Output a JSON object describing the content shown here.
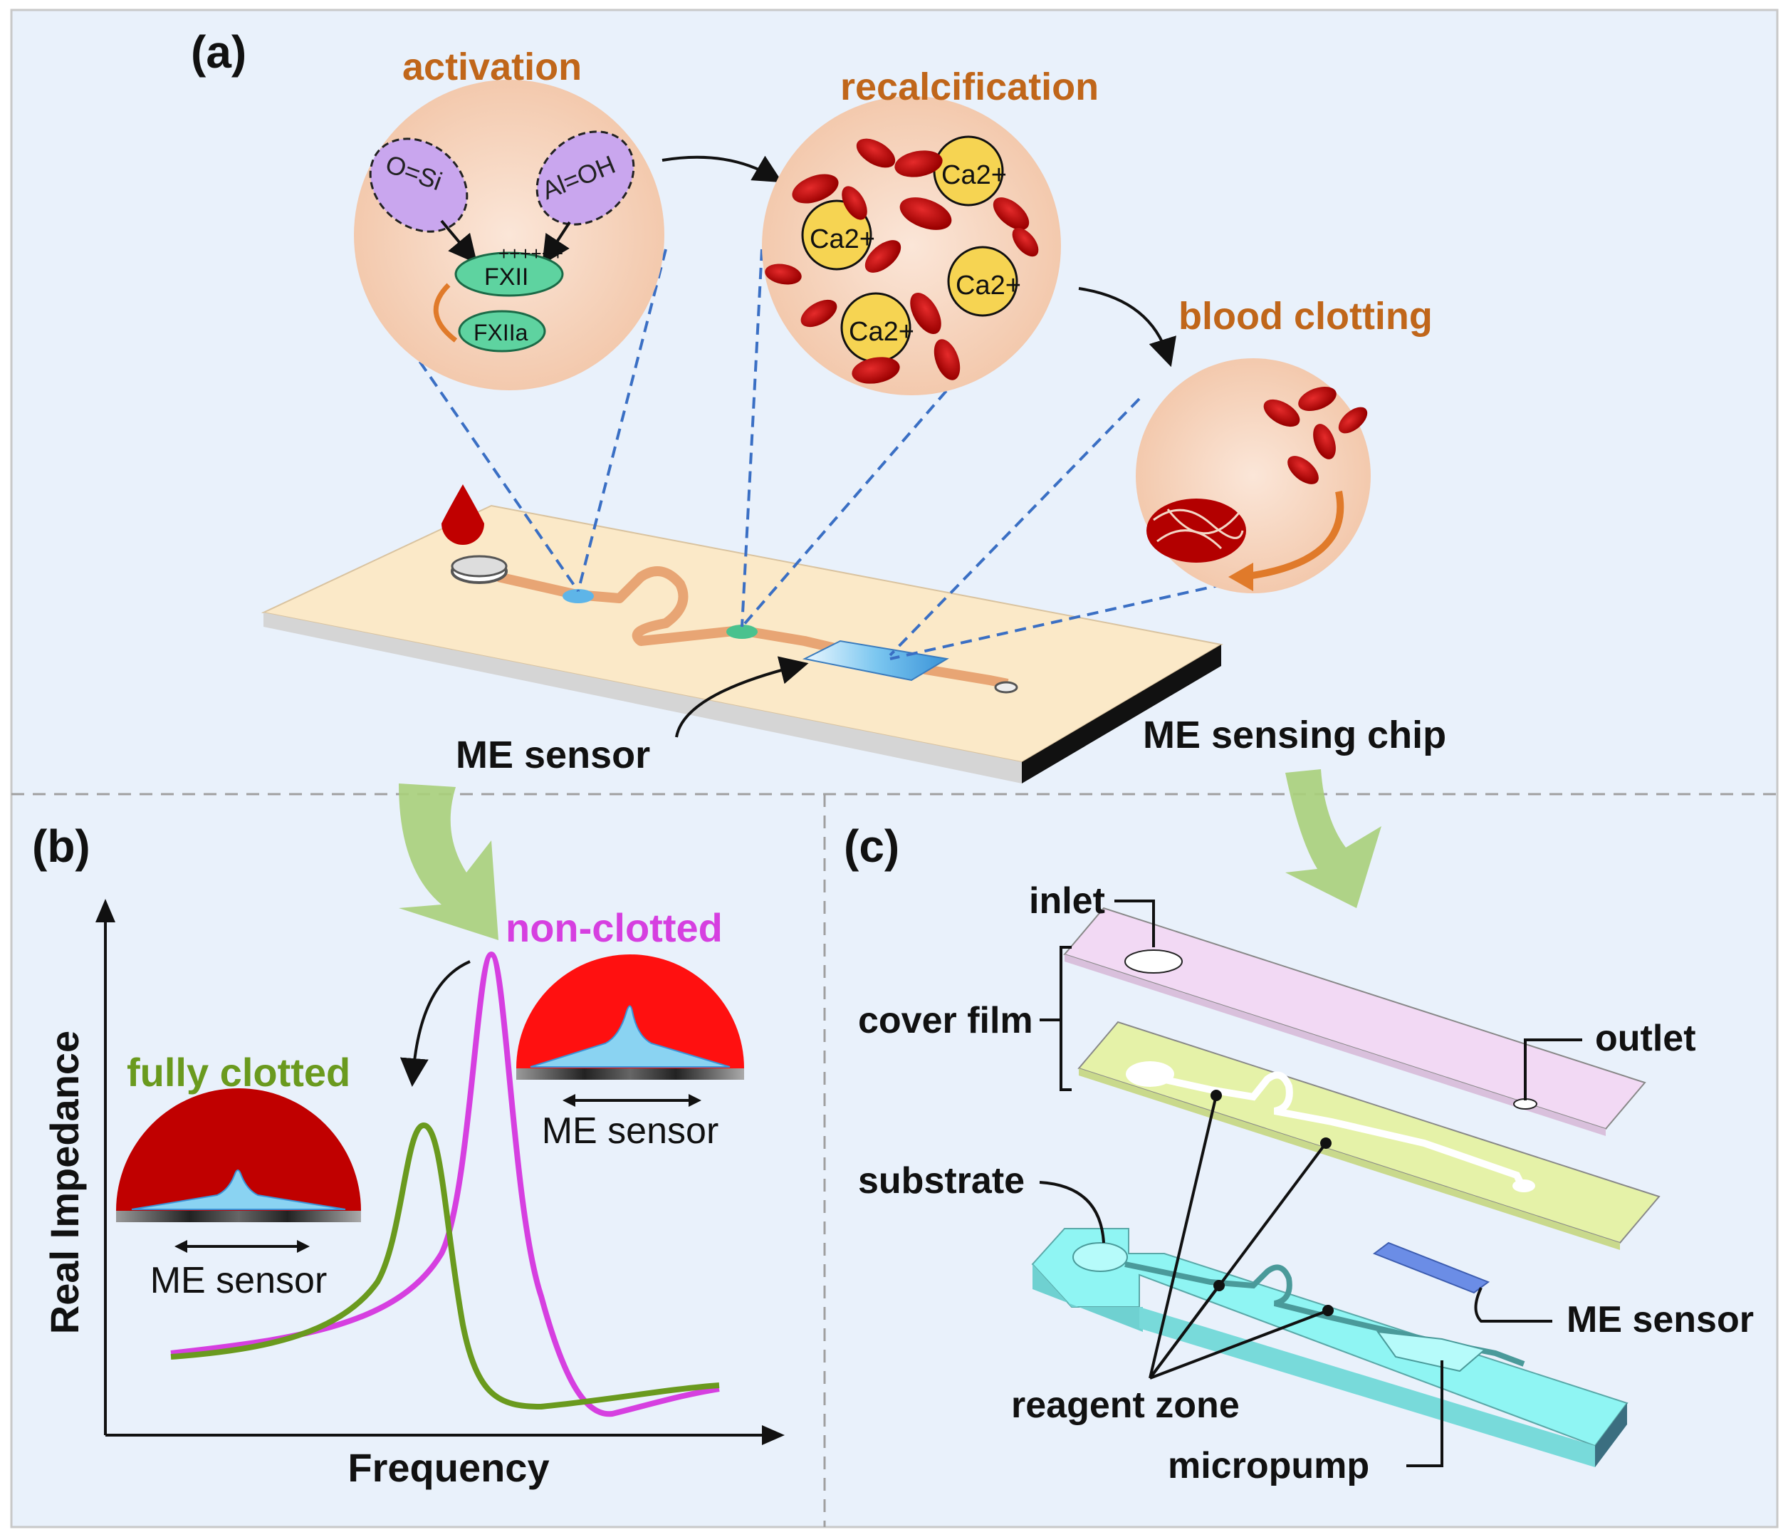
{
  "panel_a": {
    "label": "(a)",
    "activation_title": "activation",
    "recalcification_title": "recalcification",
    "blood_clotting_title": "blood clotting",
    "silica_label": "O=Si",
    "alumina_label": "Al=OH",
    "fxii_label": "FXII",
    "fxii_charges": "++++++",
    "fxiia_label": "FXIIa",
    "calcium_labels": [
      "Ca2+",
      "Ca2+",
      "Ca2+",
      "Ca2+"
    ],
    "me_sensor_label": "ME sensor",
    "chip_label": "ME sensing chip"
  },
  "panel_b": {
    "label": "(b)",
    "y_axis_label": "Real Impedance",
    "x_axis_label": "Frequency",
    "non_clotted_label": "non-clotted",
    "fully_clotted_label": "fully clotted",
    "sensor_label_1": "ME sensor",
    "sensor_label_2": "ME sensor"
  },
  "panel_c": {
    "label": "(c)",
    "inlet": "inlet",
    "cover_film": "cover film",
    "outlet": "outlet",
    "substrate": "substrate",
    "me_sensor": "ME sensor",
    "reagent_zone": "reagent zone",
    "micropump": "micropump"
  },
  "colors": {
    "background": "#e9f1fb",
    "title_orange": "#c0661a",
    "non_clotted": "#d63fe0",
    "fully_clotted": "#6a9a1e",
    "blood_red": "#c80000",
    "non_clotted_dome": "#ff1010",
    "clotted_dome": "#c00000",
    "dashed_blue": "#3a6fc4",
    "arrow_green": "#a8cf7a"
  },
  "chart_data": {
    "type": "line",
    "xlabel": "Frequency",
    "ylabel": "Real Impedance",
    "series": [
      {
        "name": "non-clotted",
        "peak": "sharp, higher peak at higher frequency"
      },
      {
        "name": "fully clotted",
        "peak": "broader, lower peak at lower frequency"
      }
    ]
  }
}
